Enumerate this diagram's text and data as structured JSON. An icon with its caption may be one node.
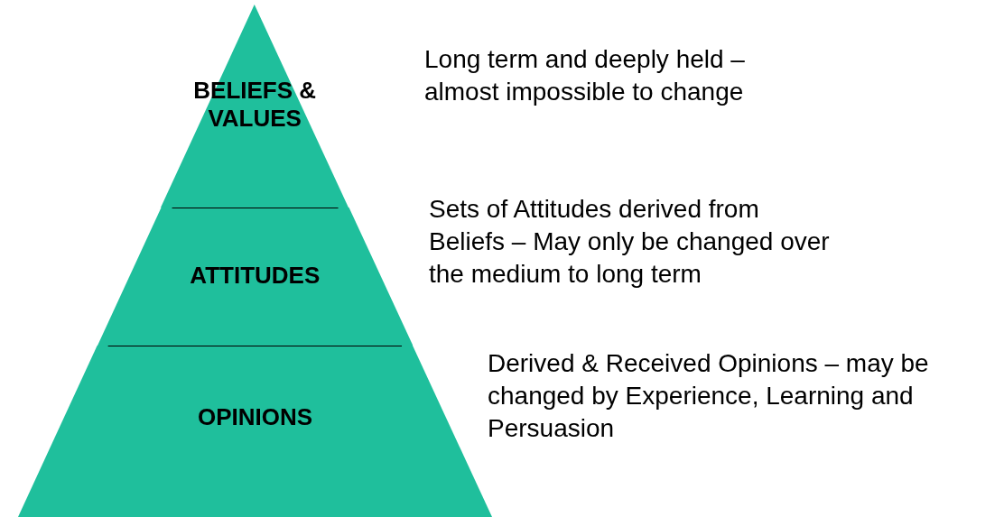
{
  "diagram": {
    "nodes": [
      {
        "text": [
          "BELIEFS & VALUES"
        ],
        "beside": [
          "Long term and deeply held – almost impossible to change"
        ]
      },
      {
        "text": [
          "ATTITUDES"
        ],
        "beside": [
          "Sets of Attitudes derived from Beliefs – May only be changed over the medium to long term"
        ]
      },
      {
        "text": [
          "OPINIONS"
        ],
        "beside": [
          "Derived & Received Opinions – may be changed by Experience, Learning and Persuasion"
        ]
      }
    ]
  }
}
